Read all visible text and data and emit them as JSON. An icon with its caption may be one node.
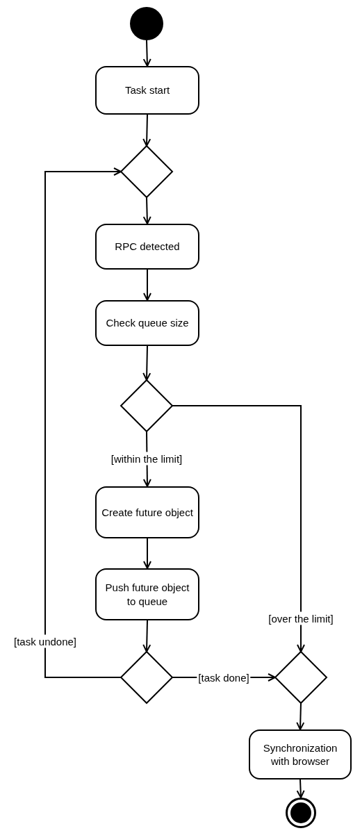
{
  "diagram": {
    "nodes": [
      {
        "text": [],
        "shape": "circle"
      },
      {
        "text": [
          "Task start"
        ]
      },
      {
        "text": [],
        "shape": "diamond"
      },
      {
        "text": [
          "RPC detected"
        ]
      },
      {
        "text": [
          "Check queue size"
        ]
      },
      {
        "text": [],
        "shape": "diamond"
      },
      {
        "text": [
          "Create future object"
        ]
      },
      {
        "text": [
          "Push future object to queue"
        ]
      },
      {
        "text": [],
        "shape": "diamond"
      },
      {
        "text": [],
        "shape": "diamond"
      },
      {
        "text": [
          "Synchronization with browser"
        ]
      },
      {
        "text": [],
        "shape": "circle"
      }
    ],
    "edges": [
      {
        "from": 0,
        "to": 1,
        "arrow": "to"
      },
      {
        "from": 1,
        "to": 2,
        "arrow": "to"
      },
      {
        "from": 2,
        "to": 3,
        "arrow": "to"
      },
      {
        "from": 3,
        "to": 4,
        "arrow": "to"
      },
      {
        "from": 4,
        "to": 5,
        "arrow": "to"
      },
      {
        "from": 5,
        "to": 6,
        "arrow": "to",
        "label": "[within the limit]"
      },
      {
        "from": 6,
        "to": 7,
        "arrow": "to"
      },
      {
        "from": 7,
        "to": 8,
        "arrow": "to"
      },
      {
        "from": 8,
        "to": 2,
        "arrow": "to",
        "label": "[task undone]"
      },
      {
        "from": 8,
        "to": 9,
        "arrow": "to",
        "label": "[task done]"
      },
      {
        "from": 5,
        "to": 9,
        "arrow": "to",
        "label": "[over the limit]"
      },
      {
        "from": 9,
        "to": 10,
        "arrow": "to"
      },
      {
        "from": 10,
        "to": 11,
        "arrow": "to"
      }
    ]
  }
}
